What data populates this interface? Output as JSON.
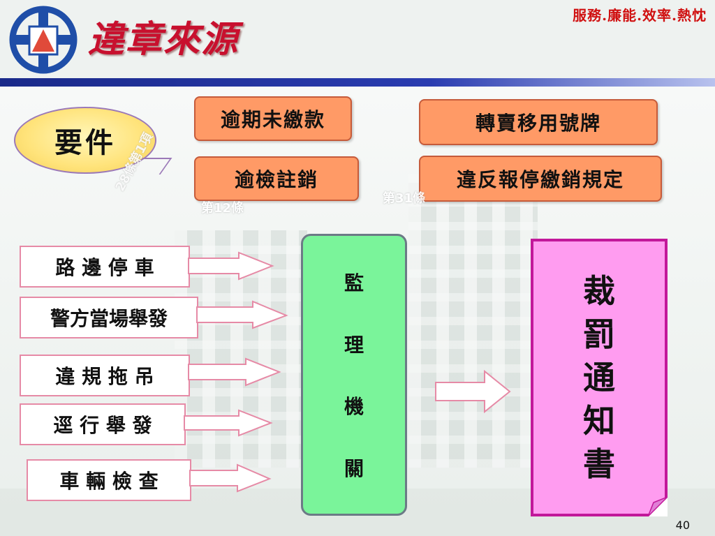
{
  "header": {
    "title": "違章來源",
    "motto": "服務.廉能.效率.熱忱"
  },
  "requirements": {
    "bubble_label": "要件",
    "items": [
      "逾期未繳款",
      "轉賣移用號牌",
      "逾檢註銷",
      "違反報停繳銷規定"
    ]
  },
  "faint_labels": [
    "第12條",
    "第31條",
    "28條第1項"
  ],
  "sources": [
    "路 邊 停 車",
    "警方當場舉發",
    "違 規 拖 吊",
    "逕 行 舉 發",
    "車 輛 檢 查"
  ],
  "agency": [
    "監",
    "理",
    "機",
    "關"
  ],
  "notice": [
    "裁",
    "罰",
    "通",
    "知",
    "書"
  ],
  "footer": {
    "page_number": "40"
  },
  "colors": {
    "title": "#c8102e",
    "requirement_box": "#ff9a66",
    "agency_box": "#7af49a",
    "notice_box": "#ff9cf0"
  },
  "icons": {
    "logo": "agency-emblem-icon"
  }
}
